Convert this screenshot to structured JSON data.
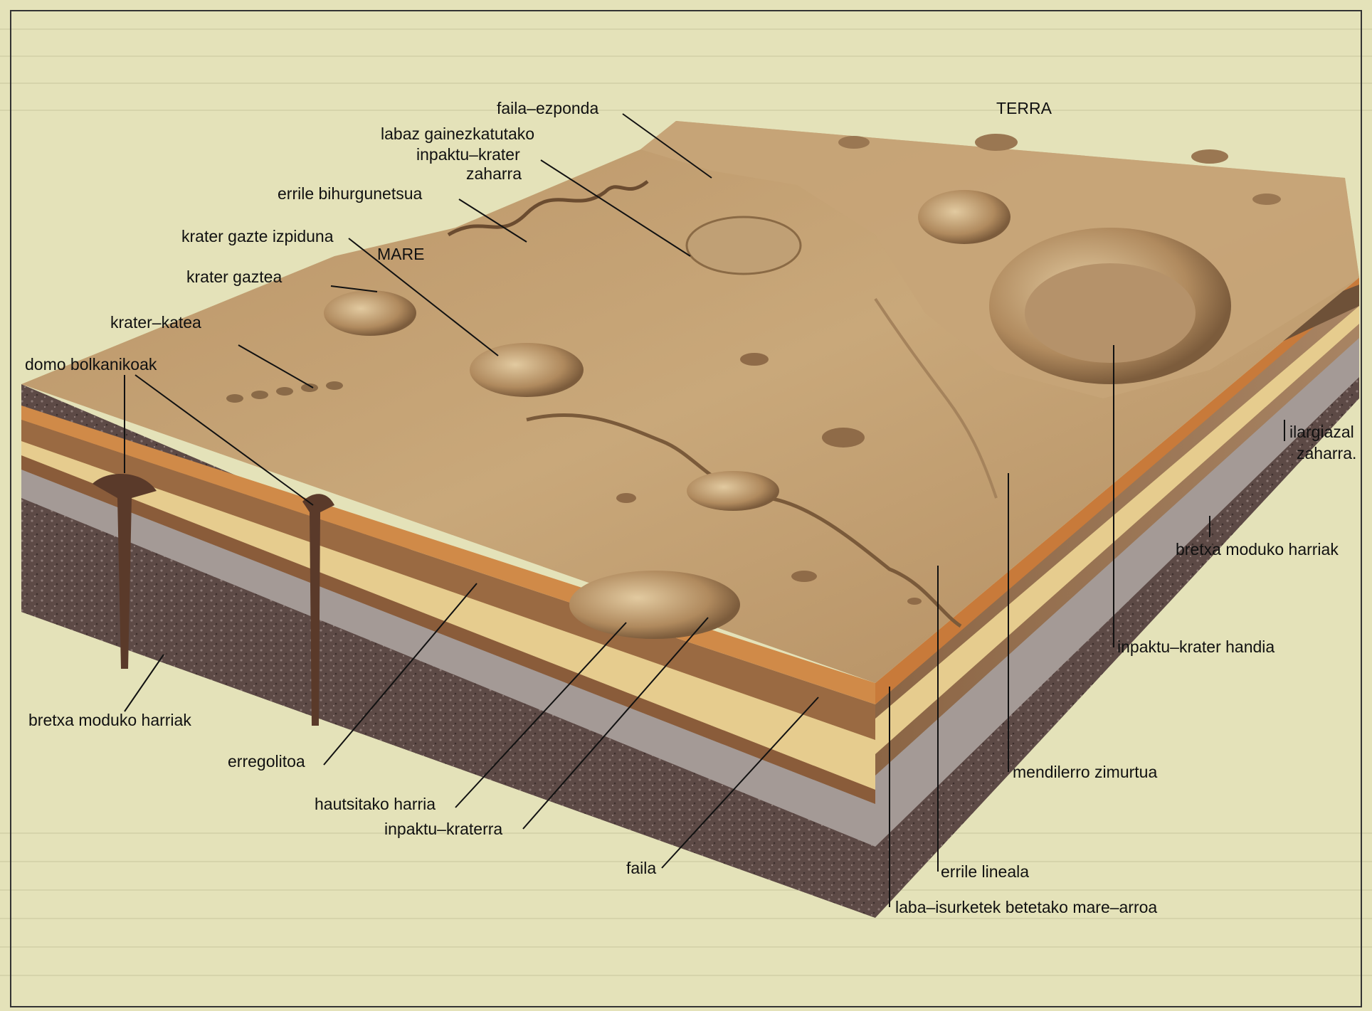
{
  "diagram": {
    "labels": {
      "faila_ezponda": "faila–ezponda",
      "terra": "TERRA",
      "labaz_gainezkatutako": "labaz gainezkatutako",
      "inpaktu_krater_zaharra_1": "inpaktu–krater",
      "inpaktu_krater_zaharra_2": "zaharra",
      "errile_bihurgunetsua": "errile bihurgunetsua",
      "krater_gazte_izpiduna": "krater gazte izpiduna",
      "mare": "MARE",
      "krater_gaztea": "krater gaztea",
      "krater_katea": "krater–katea",
      "domo_bolkanikoak": "domo bolkanikoak",
      "ilargiazal_1": "ilargiazal",
      "ilargiazal_2": "zaharra.",
      "bretxa_right": "bretxa moduko harriak",
      "inpaktu_krater_handia": "inpaktu–krater handia",
      "mendilerro_zimurtua": "mendilerro zimurtua",
      "bretxa_left": "bretxa moduko harriak",
      "erregolitoa": "erregolitoa",
      "hautsitako_harria": "hautsitako harria",
      "inpaktu_kraterra": "inpaktu–kraterra",
      "faila": "faila",
      "errile_lineala": "errile lineala",
      "laba_isurketek": "laba–isurketek betetako mare–arroa"
    },
    "colors": {
      "page": "#e4e2b9",
      "surface": "#c4a274",
      "surface_dark": "#8b6a45",
      "layer_orange": "#c87a3a",
      "layer_cream": "#e9cf8e",
      "layer_brown": "#8a5c3a",
      "layer_grey": "#a49a96",
      "bedrock": "#5a4844"
    }
  }
}
